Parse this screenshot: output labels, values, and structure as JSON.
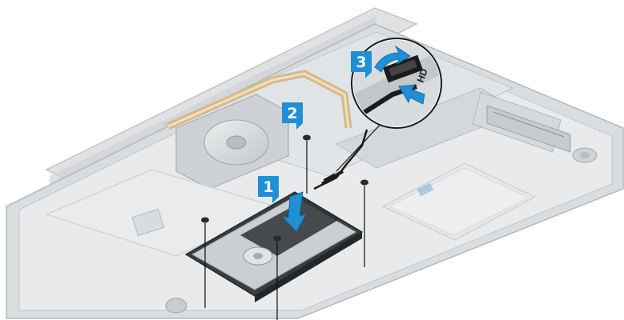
{
  "diagram": {
    "colors": {
      "accent": "#1f8fd6",
      "accent_dark": "#135f96",
      "chassis": "#d9dcdf",
      "chassis_edge": "#b9bdc1",
      "board": "#e4e6e8",
      "drive_top": "#c9ccce",
      "drive_dark": "#2c2f32",
      "cable": "#1b1b1b",
      "pointer": "#111111"
    },
    "steps": [
      {
        "label": "1"
      },
      {
        "label": "2"
      },
      {
        "label": "3"
      }
    ],
    "callout": {
      "text": "HD"
    }
  }
}
